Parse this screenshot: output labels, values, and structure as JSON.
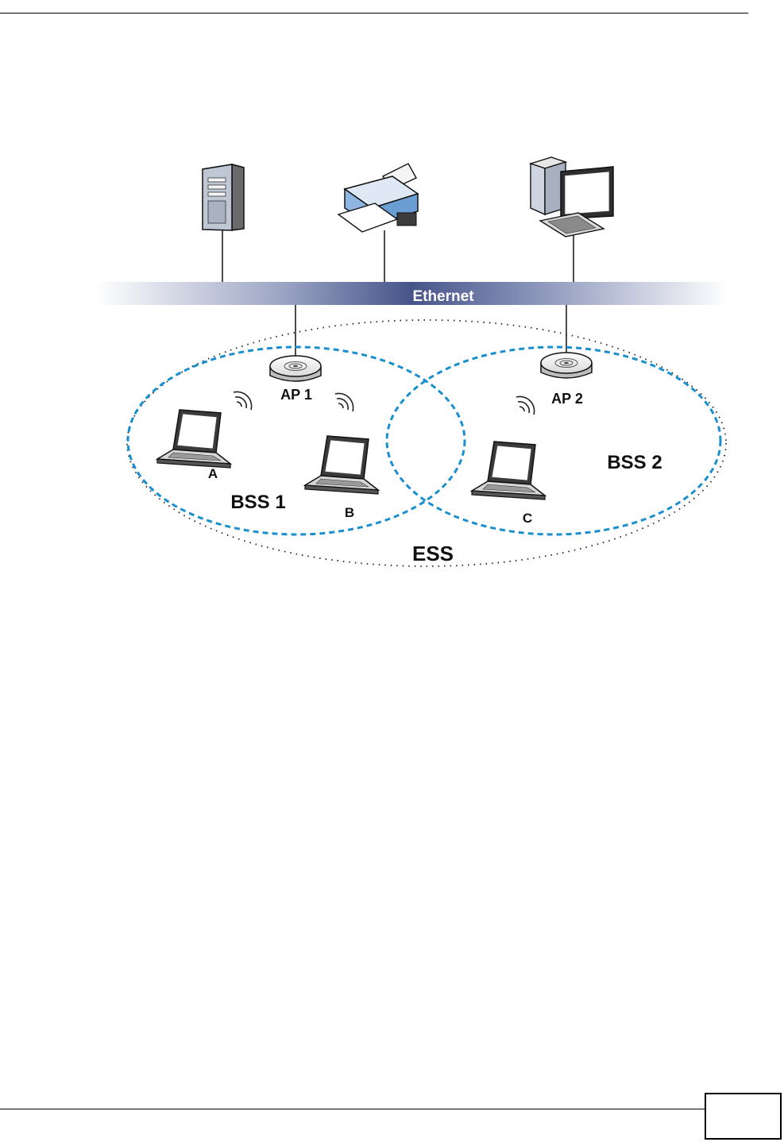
{
  "diagram": {
    "network_label": "Ethernet",
    "extended_set_label": "ESS",
    "access_points": [
      {
        "label": "AP 1"
      },
      {
        "label": "AP 2"
      }
    ],
    "basic_sets": [
      {
        "label": "BSS 1"
      },
      {
        "label": "BSS 2"
      }
    ],
    "clients": [
      {
        "label": "A"
      },
      {
        "label": "B"
      },
      {
        "label": "C"
      }
    ],
    "colors": {
      "bss_outline": "#1a8fcf",
      "ethernet_bar": "#4a5a8a",
      "ess_outline": "#222222"
    }
  }
}
